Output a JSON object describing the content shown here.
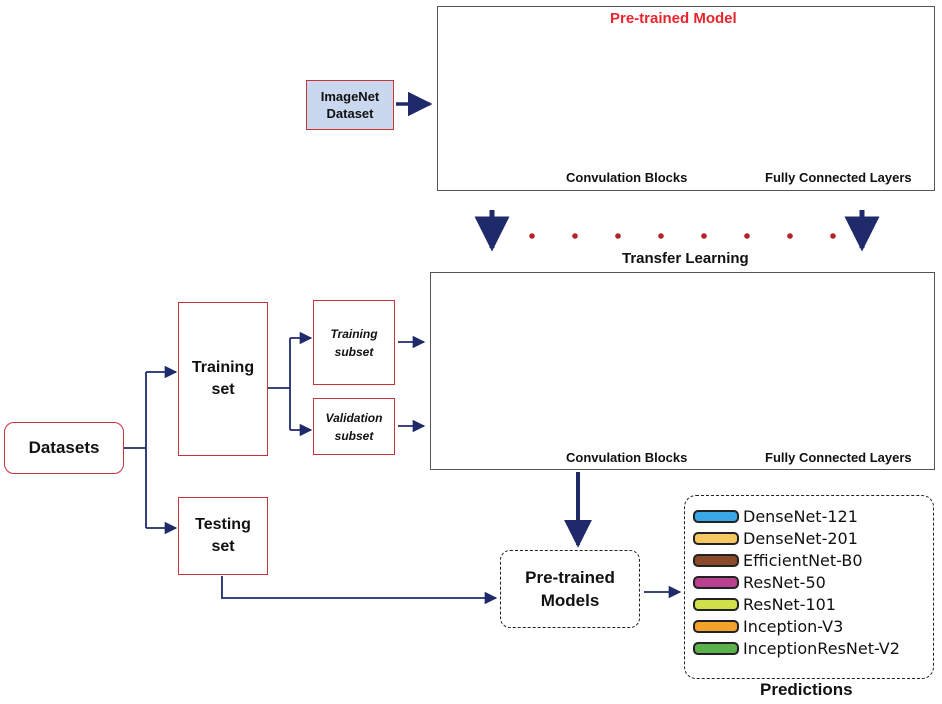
{
  "top_panel": {
    "title": "Pre-trained Model",
    "blocks_label": "Convulation Blocks",
    "fc_label": "Fully Connected Layers"
  },
  "imagenet_label": "ImageNet Dataset",
  "transfer_label": "Transfer Learning",
  "bottom_panel": {
    "blocks_label": "Convulation Blocks",
    "fc_label": "Fully Connected Layers"
  },
  "datasets_label": "Datasets",
  "training_set_label": "Training set",
  "testing_set_label": "Testing set",
  "training_subset_label": "Training subset",
  "validation_subset_label": "Validation subset",
  "pretrained_models_label": "Pre-trained Models",
  "predictions_label": "Predictions",
  "legend": [
    {
      "label": "DenseNet-121",
      "color": "#3aa7e6"
    },
    {
      "label": "DenseNet-201",
      "color": "#f6c862"
    },
    {
      "label": "EfficientNet-B0",
      "color": "#8a4a2a"
    },
    {
      "label": "ResNet-50",
      "color": "#b8408f"
    },
    {
      "label": "ResNet-101",
      "color": "#cfe04a"
    },
    {
      "label": "Inception-V3",
      "color": "#f2a12b"
    },
    {
      "label": "InceptionResNet-V2",
      "color": "#5bb24a"
    }
  ],
  "colors": {
    "title_red": "#e8262d",
    "arrow_navy": "#1f2a6b",
    "box_red": "#c8333a",
    "imagenet_fill": "#c9d8ef",
    "dot_red": "#b5232a"
  }
}
